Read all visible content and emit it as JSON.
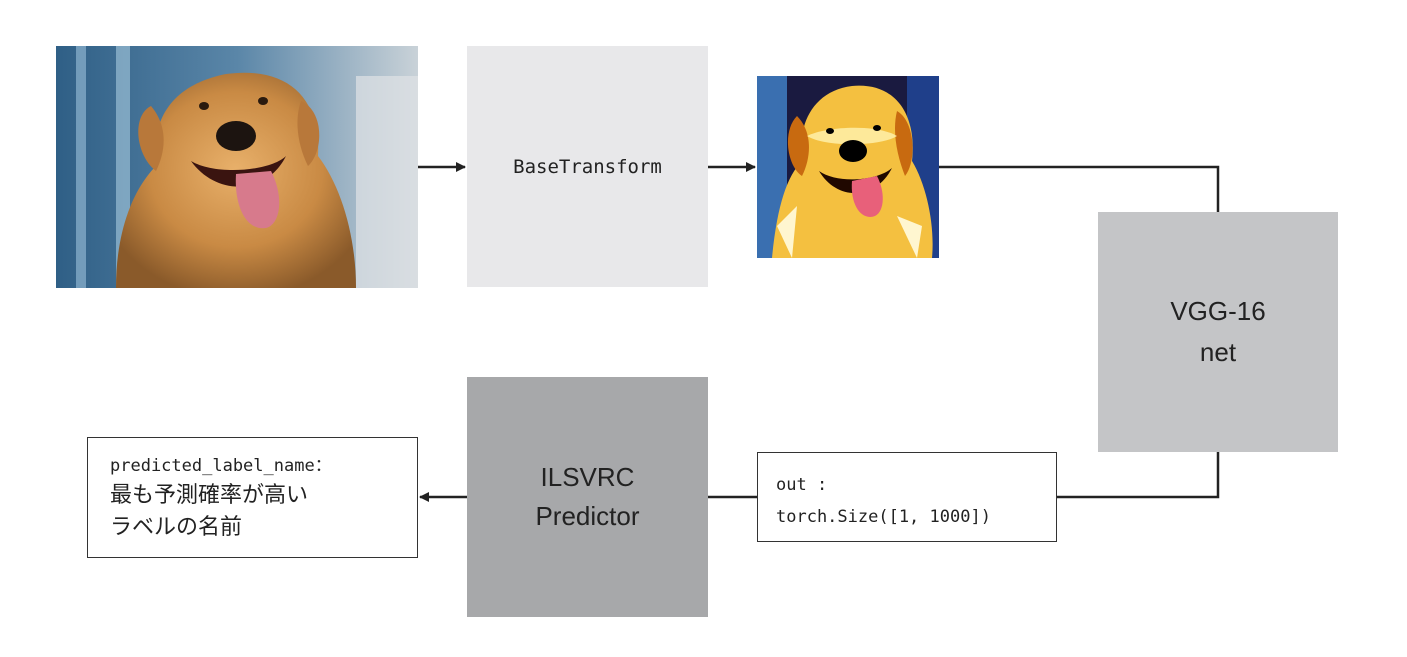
{
  "input_image": {
    "description_icon": "golden-retriever-photo"
  },
  "base_transform": {
    "label": "BaseTransform"
  },
  "transformed_image": {
    "description_icon": "golden-retriever-transformed-photo"
  },
  "vgg_net": {
    "line1": "VGG-16",
    "line2": "net"
  },
  "output_tensor": {
    "line1": "out :",
    "line2": "torch.Size([1, 1000])"
  },
  "predictor": {
    "line1": "ILSVRC",
    "line2": "Predictor"
  },
  "result": {
    "line1": "predicted_label_name：",
    "line2": "最も予測確率が高い",
    "line3": "ラベルの名前"
  },
  "colors": {
    "base_transform_fill": "#e8e8ea",
    "vgg_fill": "#c4c5c7",
    "predictor_fill": "#a7a8aa",
    "connector": "#222222"
  }
}
